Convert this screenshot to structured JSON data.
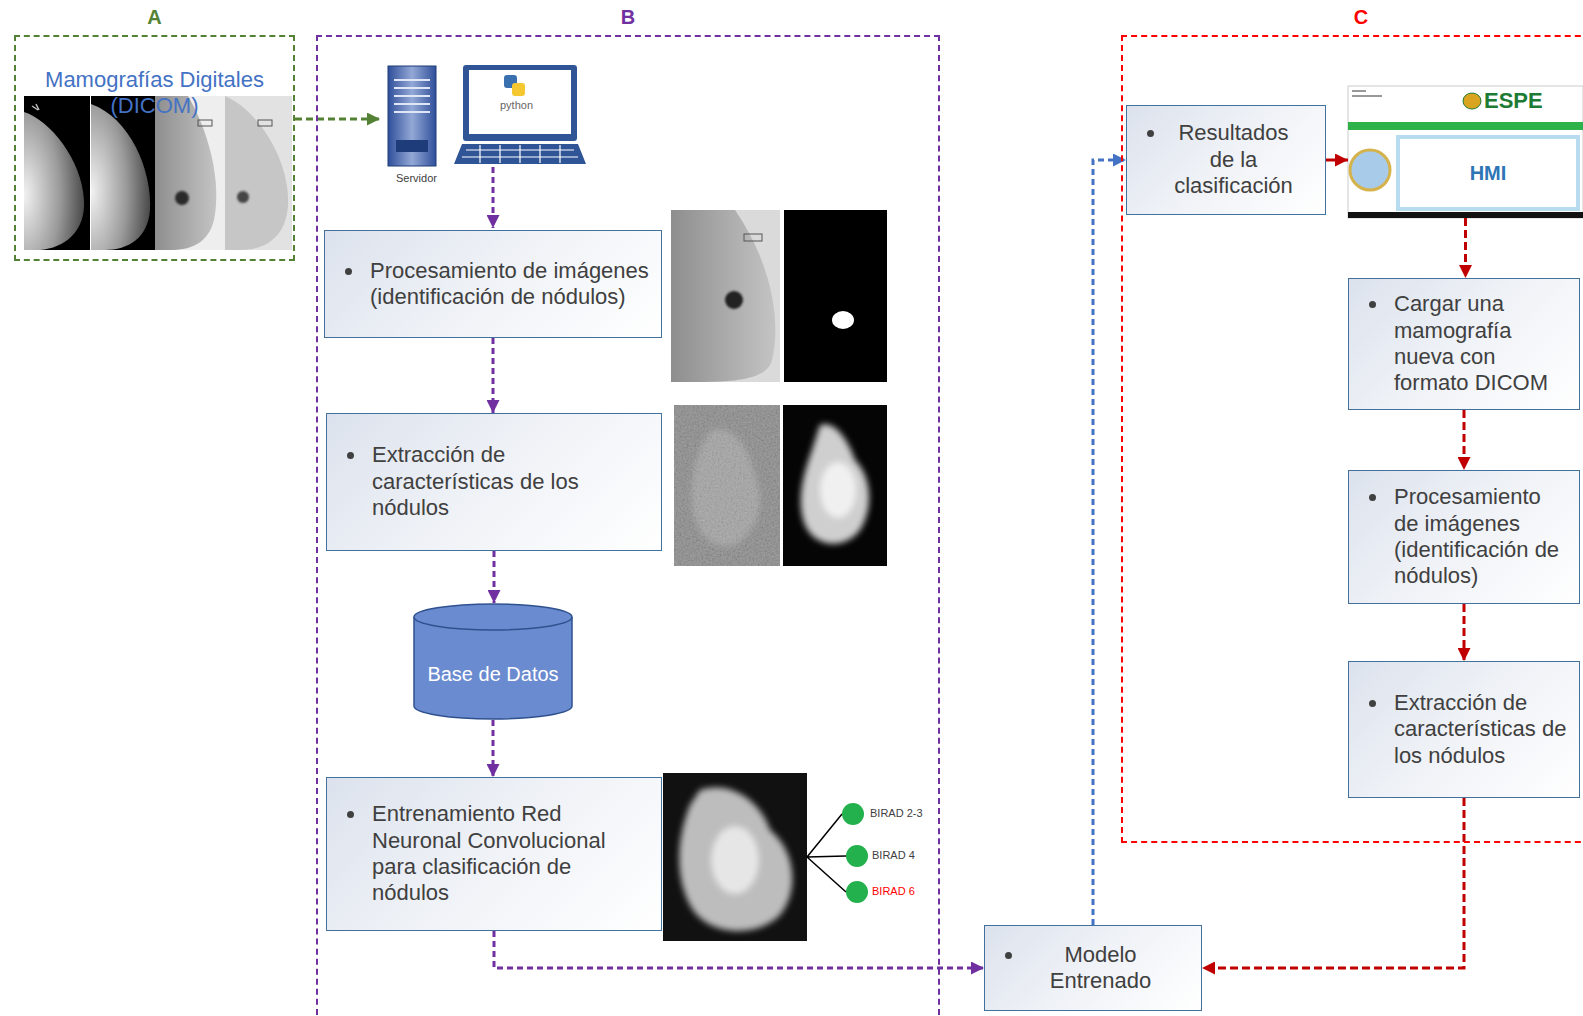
{
  "diagram": {
    "nodes": [
      {
        "text": [
          "A",
          "Mamografías Digitales (DICOM)"
        ]
      },
      {
        "text": [
          "B"
        ]
      },
      {
        "text": [
          "Procesamiento de imágenes (identificación de nódulos)"
        ],
        "in": 1
      },
      {
        "text": [
          "Extracción de características de los nódulos"
        ],
        "in": 1
      },
      {
        "text": [
          "Base de Datos"
        ],
        "in": 1
      },
      {
        "text": [
          "Entrenamiento Red Neuronal Convolucional para clasificación de nódulos"
        ],
        "in": 1
      },
      {
        "text": [
          "C"
        ]
      },
      {
        "text": [
          "Resultados de la clasificación"
        ],
        "in": 6
      },
      {
        "text": [
          "HMI"
        ],
        "in": 6
      },
      {
        "text": [
          "Cargar una mamografía nueva con formato DICOM"
        ],
        "in": 6
      },
      {
        "text": [
          "Procesamiento de imágenes (identificación de nódulos)"
        ],
        "in": 6
      },
      {
        "text": [
          "Extracción de características de los nódulos"
        ],
        "in": 6
      },
      {
        "text": [
          "Modelo Entrenado"
        ]
      }
    ],
    "edges": [
      {
        "from": 0,
        "to": 1,
        "arrow": "to"
      },
      {
        "from": 2,
        "to": 3,
        "arrow": "to"
      },
      {
        "from": 3,
        "to": 4,
        "arrow": "to"
      },
      {
        "from": 4,
        "to": 5,
        "arrow": "to"
      },
      {
        "from": 5,
        "to": 12,
        "arrow": "to"
      },
      {
        "from": 12,
        "to": 7,
        "arrow": "to"
      },
      {
        "from": 7,
        "to": 8,
        "arrow": "to"
      },
      {
        "from": 8,
        "to": 9,
        "arrow": "to"
      },
      {
        "from": 9,
        "to": 10,
        "arrow": "to"
      },
      {
        "from": 10,
        "to": 11,
        "arrow": "to"
      },
      {
        "from": 11,
        "to": 12,
        "arrow": "to"
      }
    ],
    "labels": [
      "Servidor",
      "python",
      "BIRAD 2-3",
      "BIRAD 4",
      "BIRAD 6",
      "ESPE"
    ]
  }
}
